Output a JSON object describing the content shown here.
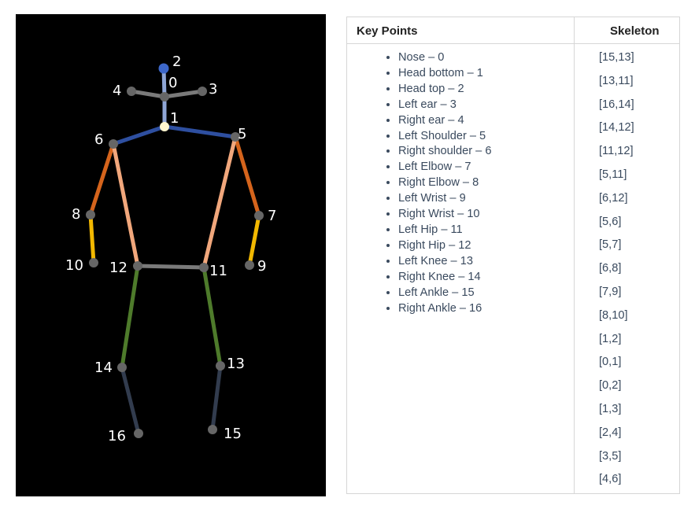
{
  "table": {
    "header_keypoints": "Key Points",
    "header_skeleton": "Skeleton",
    "keypoints": [
      "Nose – 0",
      "Head bottom – 1",
      "Head top – 2",
      "Left ear – 3",
      "Right ear – 4",
      "Left Shoulder – 5",
      "Right shoulder – 6",
      "Left Elbow – 7",
      "Right Elbow – 8",
      "Left Wrist – 9",
      "Right Wrist – 10",
      "Left Hip – 11",
      "Right Hip – 12",
      "Left Knee – 13",
      "Right Knee – 14",
      "Left Ankle – 15",
      "Right Ankle – 16"
    ],
    "skeleton": [
      "[15,13]",
      "[13,11]",
      "[16,14]",
      "[14,12]",
      "[11,12]",
      "[5,11]",
      "[6,12]",
      "[5,6]",
      "[5,7]",
      "[6,8]",
      "[7,9]",
      "[8,10]",
      "[1,2]",
      "[0,1]",
      "[0,2]",
      "[1,3]",
      "[2,4]",
      "[3,5]",
      "[4,6]"
    ]
  },
  "figure": {
    "point_labels": [
      "0",
      "1",
      "2",
      "3",
      "4",
      "5",
      "6",
      "7",
      "8",
      "9",
      "10",
      "11",
      "12",
      "13",
      "14",
      "15",
      "16"
    ],
    "colors": {
      "background": "#000000",
      "head_stem": "#8fa6d6",
      "head_blue": "#2e4fa0",
      "gray": "#7a7a7a",
      "upper_arm": "#d5641c",
      "forearm": "#f2b800",
      "torso": "#f1a77c",
      "thigh": "#4e7b2b",
      "shin": "#323c4e",
      "joint": "#666666",
      "neck_joint": "#fff6d0",
      "head_top_joint": "#3d67c9"
    }
  }
}
